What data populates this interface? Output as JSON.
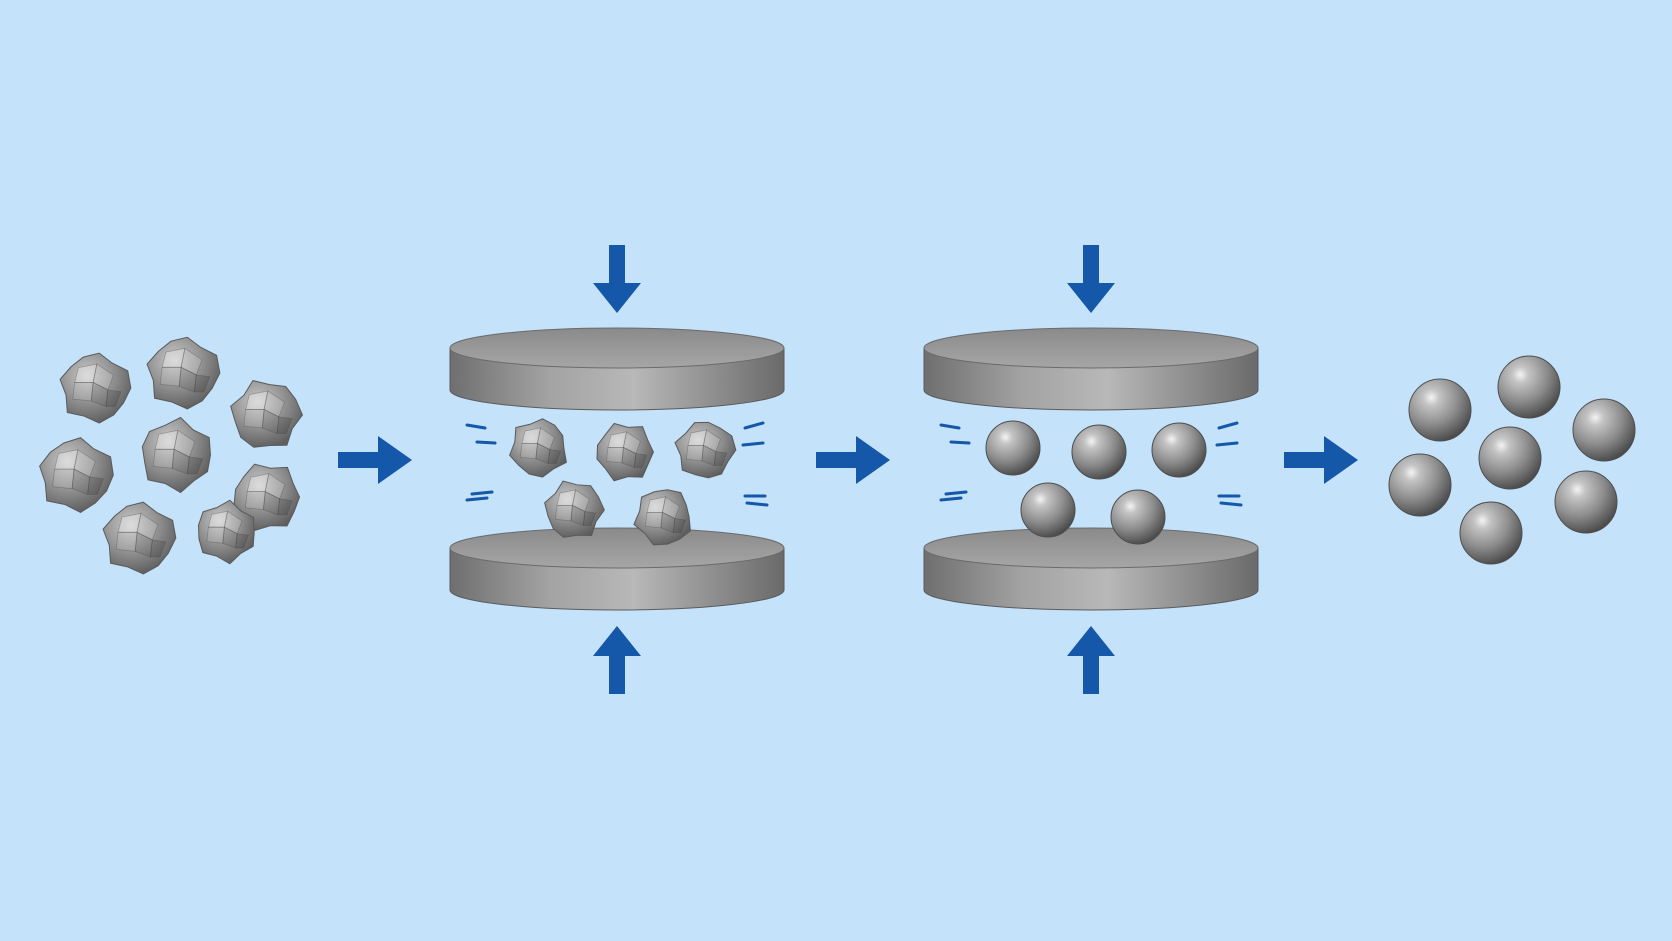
{
  "diagram": {
    "stages": [
      {
        "id": "raw-particles",
        "kind": "particle-cluster",
        "surface": "rough"
      },
      {
        "id": "press-stage-1",
        "kind": "press",
        "particles": "rough",
        "force_arrows": [
          "down",
          "up"
        ]
      },
      {
        "id": "press-stage-2",
        "kind": "press",
        "particles": "smooth",
        "force_arrows": [
          "down",
          "up"
        ]
      },
      {
        "id": "spheroidized-particles",
        "kind": "particle-cluster",
        "surface": "smooth"
      }
    ],
    "flow_arrows": 3,
    "colors": {
      "background": "#c4e2fa",
      "arrow": "#1557a8",
      "plate": "#8e8e8e",
      "particle": "#9a9a9a"
    }
  }
}
